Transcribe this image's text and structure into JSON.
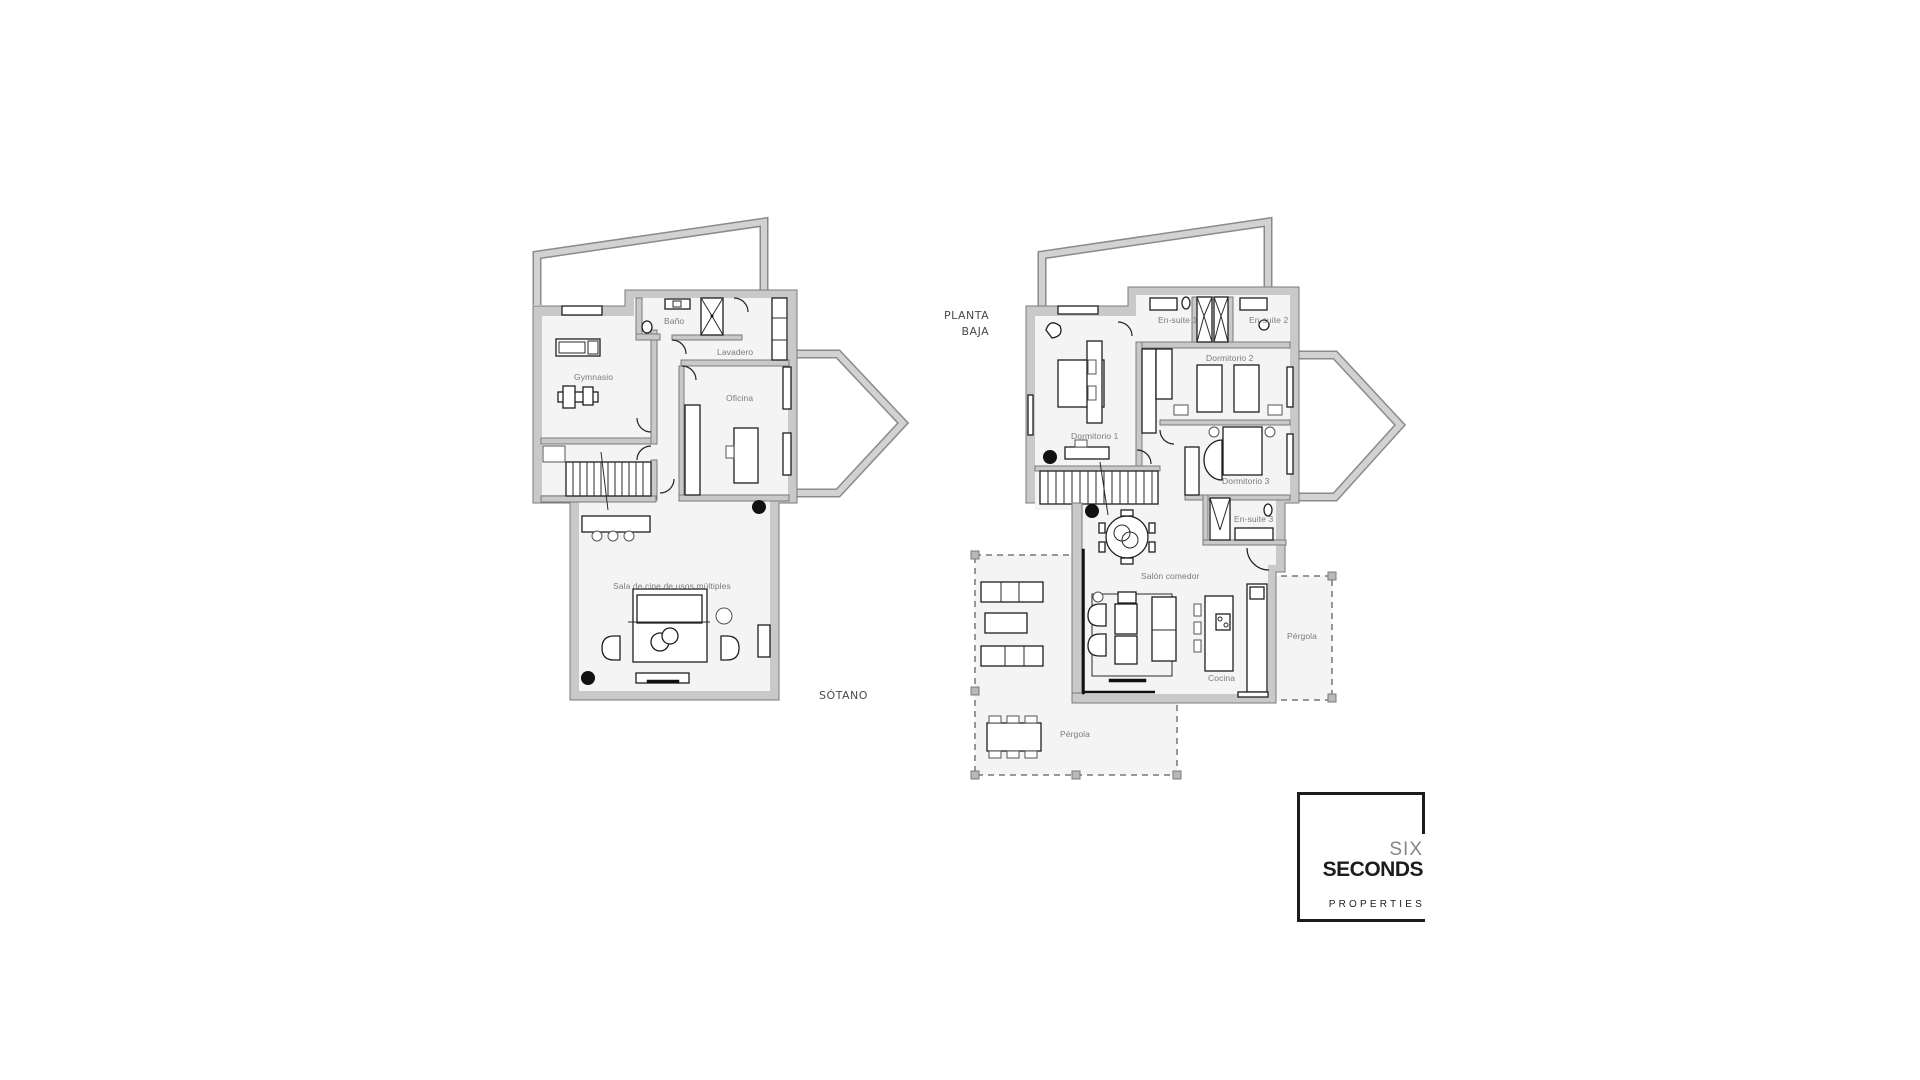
{
  "document": {
    "floors": [
      {
        "id": "sotano",
        "label": "SÓTANO",
        "rooms": [
          {
            "id": "gimnasio",
            "label": "Gymnasio"
          },
          {
            "id": "bano",
            "label": "Baño"
          },
          {
            "id": "lavadero",
            "label": "Lavadero"
          },
          {
            "id": "oficina",
            "label": "Oficina"
          },
          {
            "id": "sala-cine",
            "label": "Sala de cine de usos múltiples"
          }
        ]
      },
      {
        "id": "planta-baja",
        "label_line1": "PLANTA",
        "label_line2": "BAJA",
        "rooms": [
          {
            "id": "en-suite-1",
            "label": "En-suite 1"
          },
          {
            "id": "en-suite-2",
            "label": "En-suite 2"
          },
          {
            "id": "dormitorio-1",
            "label": "Dormitorio 1"
          },
          {
            "id": "dormitorio-2",
            "label": "Dormitorio 2"
          },
          {
            "id": "dormitorio-3",
            "label": "Dormitorio 3"
          },
          {
            "id": "en-suite-3",
            "label": "En-suite 3"
          },
          {
            "id": "salon-comedor",
            "label": "Salón comedor"
          },
          {
            "id": "cocina",
            "label": "Cocina"
          },
          {
            "id": "pergola-left",
            "label": "Pérgola"
          },
          {
            "id": "pergola-right",
            "label": "Pérgola"
          }
        ]
      }
    ],
    "logo": {
      "line1": "SIX",
      "line2": "SECONDS",
      "line3": "PROPERTIES"
    },
    "colors": {
      "wall": "#c9c9c9",
      "floor": "#f4f4f4",
      "label": "#7b7b7b",
      "floor_label": "#444d44",
      "logo_accent": "#8a8580",
      "logo_dark": "#1c1c1c"
    },
    "icons": [
      "treadmill-icon",
      "weight-machine-icon",
      "plant-icon",
      "bed-icon",
      "sofa-icon",
      "dining-table-icon",
      "shower-icon",
      "toilet-icon",
      "sink-icon",
      "stairs-icon",
      "cooktop-icon",
      "sun-lounger-icon",
      "armchair-icon"
    ]
  }
}
